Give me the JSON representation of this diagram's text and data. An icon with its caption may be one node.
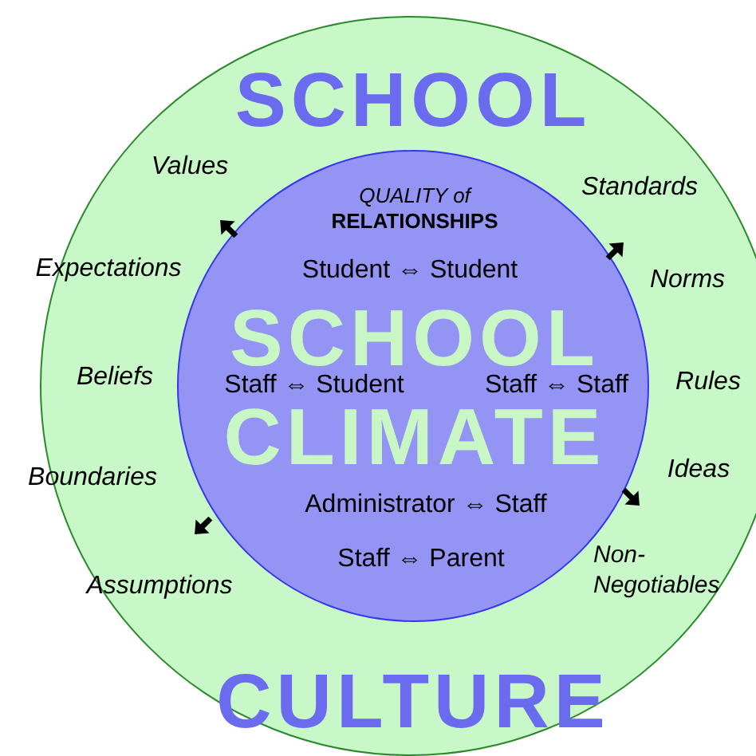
{
  "diagram": {
    "nodes": [
      {
        "text": [
          "SCHOOL",
          "CULTURE"
        ]
      },
      {
        "text": [
          "*QUALITY of* **RELATIONSHIPS**",
          "Student ⇔ Student",
          "SCHOOL",
          "Staff ⇔ Student",
          "Staff ⇔ Staff",
          "CLIMATE",
          "Administrator ⇔ Staff",
          "Staff ⇔ Parent"
        ],
        "in": 0
      }
    ],
    "labels": [
      "Values",
      "Standards",
      "Expectations",
      "Norms",
      "Beliefs",
      "Rules",
      "Boundaries",
      "Ideas",
      "Assumptions",
      "Non-Negotiables"
    ]
  }
}
